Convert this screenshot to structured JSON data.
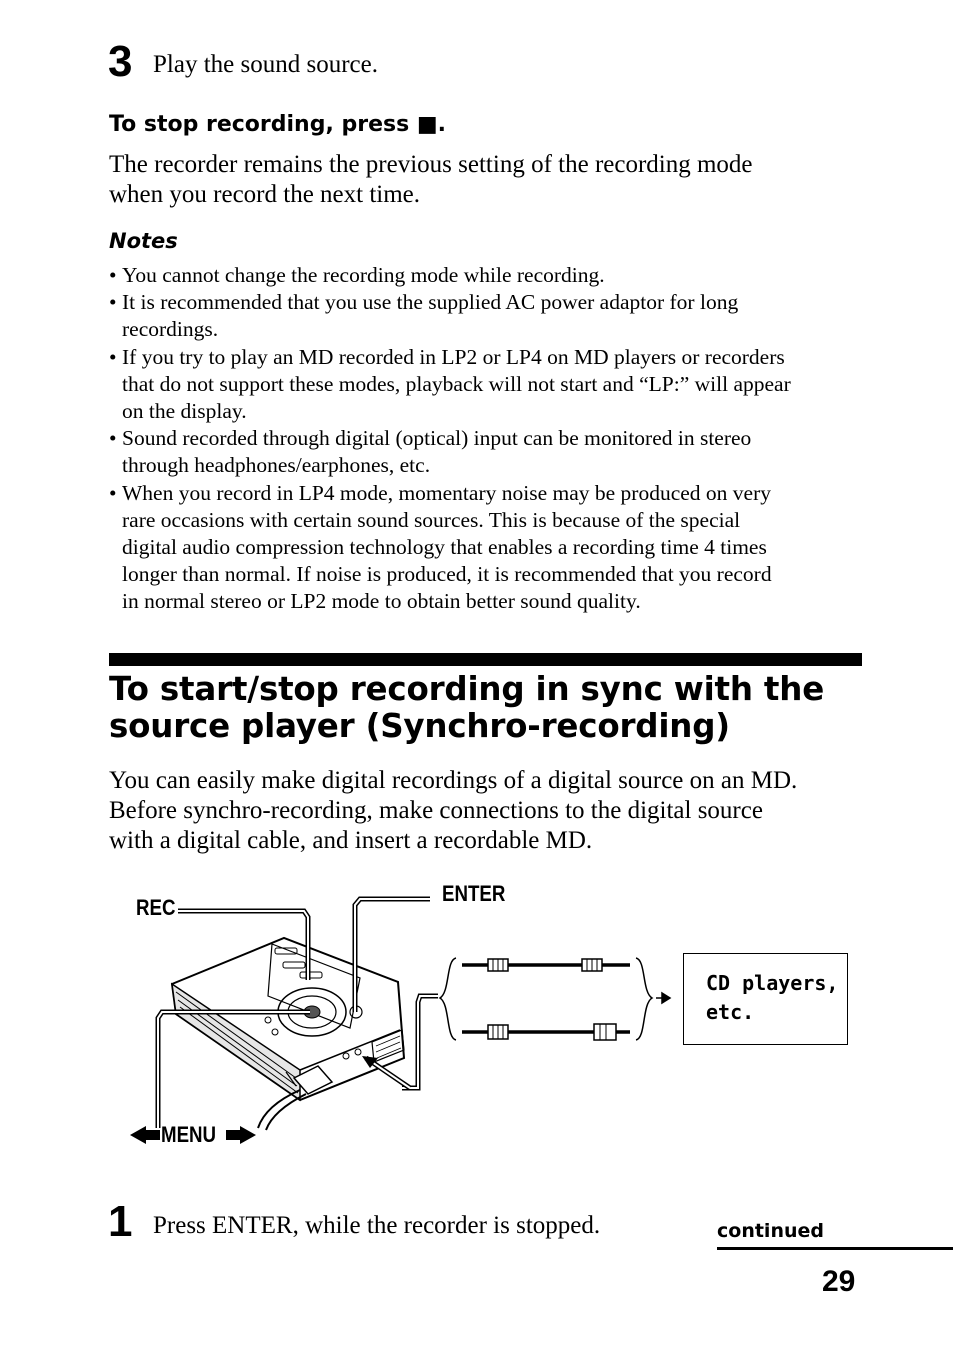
{
  "step3": {
    "number": "3",
    "text": "Play the sound source."
  },
  "stop": {
    "heading": "To stop recording, press ■.",
    "body_line1": "The recorder remains the previous setting of the recording mode",
    "body_line2": "when you record the next time."
  },
  "notes": {
    "title": "Notes",
    "bullet": "•",
    "items": [
      {
        "lines": [
          "You cannot change the recording mode while recording."
        ]
      },
      {
        "lines": [
          "It is recommended that you use the supplied AC power adaptor for long",
          "recordings."
        ]
      },
      {
        "lines": [
          "If you try to play an MD recorded in LP2 or LP4 on MD players or recorders",
          "that do not support these modes, playback will not start and “LP:” will appear",
          "on the display."
        ]
      },
      {
        "lines": [
          "Sound recorded through digital (optical) input can be monitored in stereo",
          "through headphones/earphones, etc."
        ]
      },
      {
        "lines": [
          "When you record in LP4 mode, momentary noise may be produced on very",
          "rare occasions with certain sound sources. This is because of the special",
          "digital audio compression technology that enables a recording time 4 times",
          "longer than normal. If noise is produced, it is recommended that you record",
          "in normal stereo or LP2 mode to obtain better sound quality."
        ]
      }
    ]
  },
  "section": {
    "title_line1": "To start/stop recording in sync with the",
    "title_line2": "source player (Synchro-recording)",
    "intro_line1": "You can easily make digital recordings of a digital source on an MD.",
    "intro_line2": "Before synchro-recording, make connections to the digital source",
    "intro_line3": "with a digital cable, and insert a recordable MD."
  },
  "figure": {
    "rec_label": "REC",
    "enter_label": "ENTER",
    "menu_label": "MENU",
    "cd_line1": "CD players,",
    "cd_line2": "etc."
  },
  "step1": {
    "number": "1",
    "text": "Press ENTER, while the recorder is stopped."
  },
  "footer": {
    "continued": "continued",
    "page_number": "29"
  }
}
